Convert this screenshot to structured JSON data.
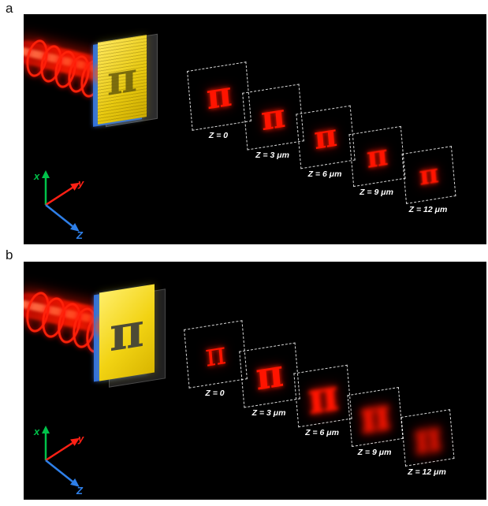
{
  "figure": {
    "pi_symbol": "π",
    "panels": [
      {
        "label": "a",
        "planes": [
          {
            "label": "Z = 0"
          },
          {
            "label": "Z = 3 μm"
          },
          {
            "label": "Z = 6 μm"
          },
          {
            "label": "Z = 9 μm"
          },
          {
            "label": "Z = 12 μm"
          }
        ]
      },
      {
        "label": "b",
        "planes": [
          {
            "label": "Z = 0"
          },
          {
            "label": "Z = 3 μm"
          },
          {
            "label": "Z = 6 μm"
          },
          {
            "label": "Z = 9 μm"
          },
          {
            "label": "Z = 12 μm"
          }
        ]
      }
    ],
    "axes": {
      "x": "x",
      "y": "y",
      "z": "Z"
    },
    "colors": {
      "background": "#000000",
      "beam": "#ff1e00",
      "plate_face": "#f2d313",
      "plate_edge": "#2e6fe0",
      "plate_substrate": "#828282",
      "pattern": "#ff1400",
      "plane_border": "#ffffff",
      "axis_x": "#00c24a",
      "axis_y": "#ff2015",
      "axis_z": "#2e7fe8"
    }
  }
}
